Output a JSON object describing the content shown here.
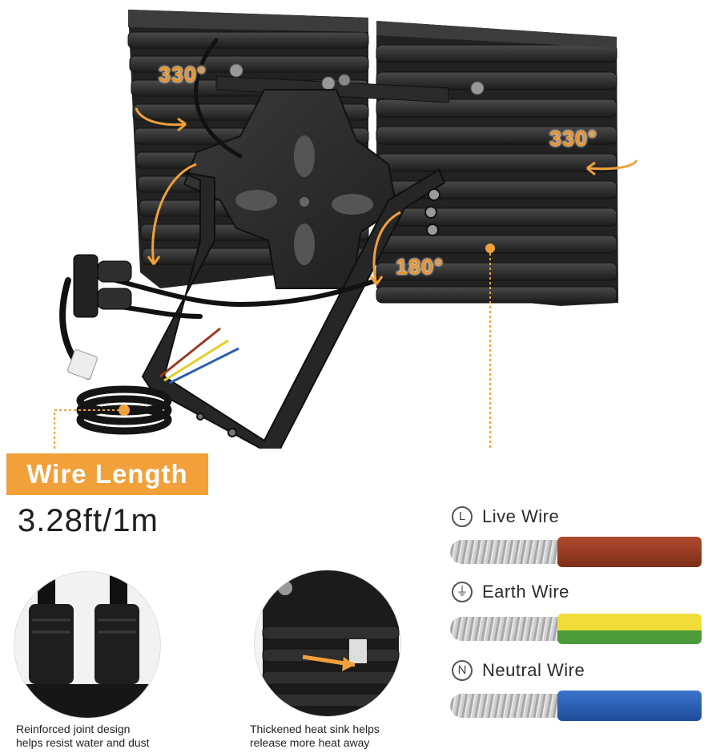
{
  "angles": {
    "top_left": "330°",
    "right": "330°",
    "bracket": "180°"
  },
  "wire_length": {
    "label": "Wire Length",
    "value": "3.28ft/1m"
  },
  "wires": [
    {
      "symbol": "L",
      "label": "Live Wire",
      "color": "#9b3a22"
    },
    {
      "symbol": "⏚",
      "label": "Earth Wire",
      "color": "#e3cf2a"
    },
    {
      "symbol": "N",
      "label": "Neutral Wire",
      "color": "#2b5fb5"
    }
  ],
  "details": [
    {
      "line1": "Reinforced joint design",
      "line2": "helps resist water and dust"
    },
    {
      "line1": "Thickened heat sink helps",
      "line2": "release more heat away"
    }
  ],
  "colors": {
    "accent": "#f2a03a",
    "housing": "#2a2a2a"
  }
}
